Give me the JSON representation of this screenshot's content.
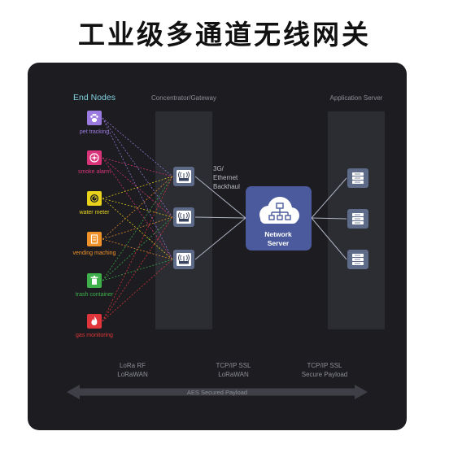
{
  "title": "工业级多通道无线网关",
  "columns": {
    "end_nodes": "End Nodes",
    "gateway": "Concentrator/Gateway",
    "app_server": "Application Server"
  },
  "nodes": [
    {
      "label": "pet tracking",
      "color": "#9b7be0",
      "icon": "paw-icon"
    },
    {
      "label": "smoke alarm",
      "color": "#d9347a",
      "icon": "fan-icon"
    },
    {
      "label": "water meter",
      "color": "#e8d21c",
      "icon": "meter-icon"
    },
    {
      "label": "vending maching",
      "color": "#f0922a",
      "icon": "vending-icon"
    },
    {
      "label": "trash container",
      "color": "#3fb14a",
      "icon": "trash-icon"
    },
    {
      "label": "gas monitoring",
      "color": "#e0353a",
      "icon": "flame-icon"
    }
  ],
  "backhaul": [
    "3G/",
    "Ethernet",
    "Backhaul"
  ],
  "network_server": [
    "Network",
    "Server"
  ],
  "protocols": {
    "rf": [
      "LoRa RF",
      "LoRaWAN"
    ],
    "tcp": [
      "TCP/IP SSL",
      "LoRaWAN"
    ],
    "ssl": [
      "TCP/IP SSL",
      "Secure Payload"
    ]
  },
  "aes_label": "AES Secured Payload",
  "colors": {
    "panel_bg": "#1d1d21",
    "column_bg": "#2c2d33",
    "device": "#5d6b88",
    "network_server": "#4a5a9c",
    "text_muted": "#8b8d96",
    "end_nodes_title": "#7fd0e0"
  }
}
